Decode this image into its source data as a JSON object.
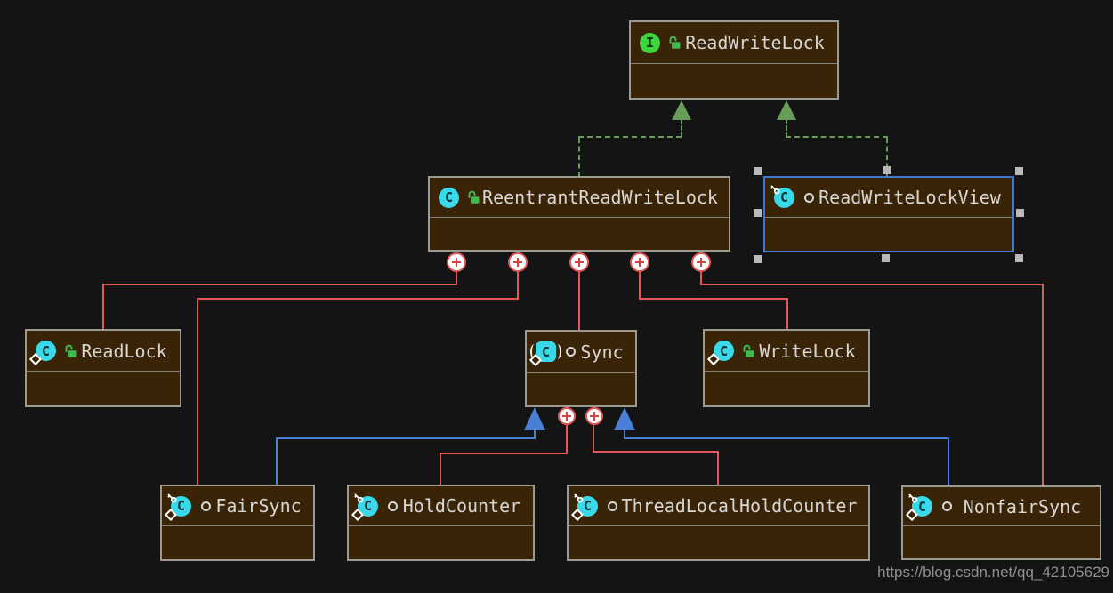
{
  "diagram": {
    "type": "uml-class-diagram",
    "subject": "java.util.concurrent.locks ReadWriteLock hierarchy",
    "watermark": "https://blog.csdn.net/qq_42105629"
  },
  "icons": {
    "class_glyph": "C",
    "interface_glyph": "I"
  },
  "colors": {
    "background": "#141414",
    "node_fill": "#3a2408",
    "node_border": "#9d9a92",
    "node_divider": "#85827c",
    "title_text": "#d8d6d2",
    "class_icon": "#38d9e8",
    "interface_icon": "#3ed43e",
    "lock_green": "#3fb950",
    "inner_class_red": "#e25757",
    "inheritance_blue": "#4a7fd8",
    "realization_green": "#669e57",
    "selection_blue": "#3f7ad1",
    "selection_handle": "#b9b9b9",
    "watermark": "#8f8f8f"
  },
  "nodes": [
    {
      "label": "ReadWriteLock",
      "kind": "interface",
      "visibility": "public",
      "modifiers": [],
      "selected": false
    },
    {
      "label": "ReentrantReadWriteLock",
      "kind": "class",
      "visibility": "public",
      "modifiers": [],
      "selected": false
    },
    {
      "label": "ReadWriteLockView",
      "kind": "class",
      "visibility": "package-private",
      "modifiers": [
        "final"
      ],
      "selected": true
    },
    {
      "label": "ReadLock",
      "kind": "class",
      "visibility": "public",
      "modifiers": [
        "static"
      ],
      "selected": false
    },
    {
      "label": "Sync",
      "kind": "abstract-class",
      "visibility": "package-private",
      "modifiers": [
        "static"
      ],
      "selected": false
    },
    {
      "label": "WriteLock",
      "kind": "class",
      "visibility": "public",
      "modifiers": [
        "static"
      ],
      "selected": false
    },
    {
      "label": "FairSync",
      "kind": "class",
      "visibility": "package-private",
      "modifiers": [
        "static",
        "final"
      ],
      "selected": false
    },
    {
      "label": "HoldCounter",
      "kind": "class",
      "visibility": "package-private",
      "modifiers": [
        "static",
        "final"
      ],
      "selected": false
    },
    {
      "label": "ThreadLocalHoldCounter",
      "kind": "class",
      "visibility": "package-private",
      "modifiers": [
        "static",
        "final"
      ],
      "selected": false
    },
    {
      "label": "NonfairSync",
      "kind": "class",
      "visibility": "package-private",
      "modifiers": [
        "static",
        "final"
      ],
      "selected": false
    }
  ],
  "edges": [
    {
      "type": "realization",
      "from": "ReentrantReadWriteLock",
      "to": "ReadWriteLock"
    },
    {
      "type": "realization",
      "from": "ReadWriteLockView",
      "to": "ReadWriteLock"
    },
    {
      "type": "inner-class",
      "from": "ReentrantReadWriteLock",
      "to": "ReadLock"
    },
    {
      "type": "inner-class",
      "from": "ReentrantReadWriteLock",
      "to": "FairSync"
    },
    {
      "type": "inner-class",
      "from": "ReentrantReadWriteLock",
      "to": "Sync"
    },
    {
      "type": "inner-class",
      "from": "ReentrantReadWriteLock",
      "to": "WriteLock"
    },
    {
      "type": "inner-class",
      "from": "ReentrantReadWriteLock",
      "to": "NonfairSync"
    },
    {
      "type": "inner-class",
      "from": "Sync",
      "to": "HoldCounter"
    },
    {
      "type": "inner-class",
      "from": "Sync",
      "to": "ThreadLocalHoldCounter"
    },
    {
      "type": "inheritance",
      "from": "FairSync",
      "to": "Sync"
    },
    {
      "type": "inheritance",
      "from": "NonfairSync",
      "to": "Sync"
    }
  ]
}
